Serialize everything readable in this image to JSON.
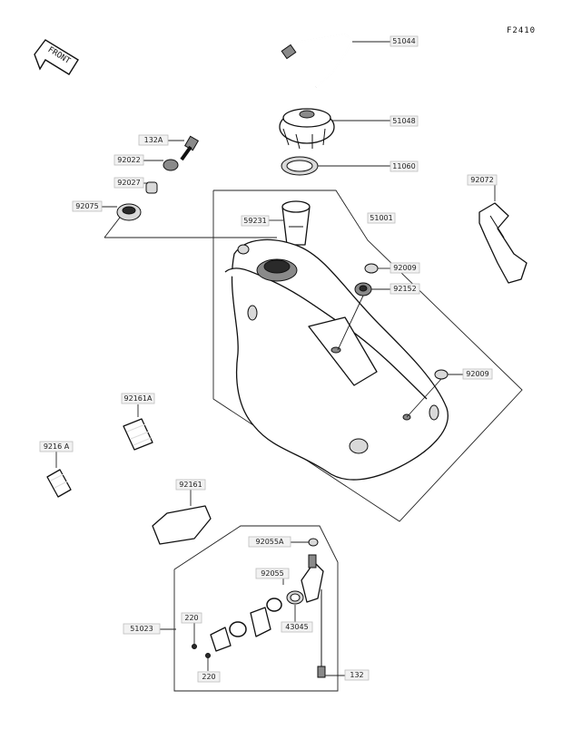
{
  "diagram_code": "F2410",
  "front_label": "FRONT",
  "parts": {
    "hose_51044": "51044",
    "cap_51048": "51048",
    "gasket_11060": "11060",
    "tank_51001": "51001",
    "filter_59231": "59231",
    "bolt_132a": "132A",
    "washer_92022": "92022",
    "collar_92027": "92027",
    "grommet_92075": "92075",
    "strap_92072": "92072",
    "cap_92009_a": "92009",
    "damper_92152": "92152",
    "cap_92009_b": "92009",
    "damper_92161a": "92161A",
    "damper_92161a_b": "9216 A",
    "pad_92161": "92161",
    "cock_51023": "51023",
    "oring_92055a": "92055A",
    "oring_92055": "92055",
    "screw_220_a": "220",
    "screw_220_b": "220",
    "filter_43045": "43045",
    "bolt_132": "132"
  }
}
